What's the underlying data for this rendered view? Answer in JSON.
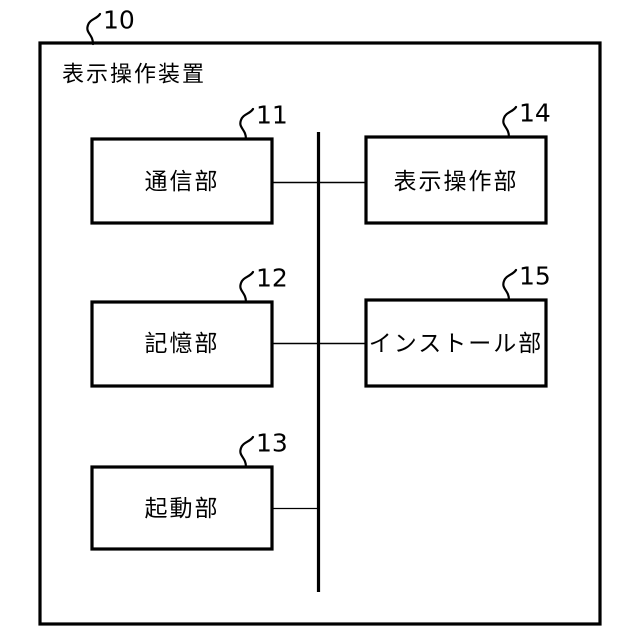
{
  "figure": {
    "device": {
      "ref": "10",
      "title": "表示操作装置"
    },
    "blocks": [
      {
        "id": "communication-unit",
        "ref": "11",
        "label": "通信部"
      },
      {
        "id": "display-operation-unit",
        "ref": "14",
        "label": "表示操作部"
      },
      {
        "id": "storage-unit",
        "ref": "12",
        "label": "記憶部"
      },
      {
        "id": "install-unit",
        "ref": "15",
        "label": "インストール部"
      },
      {
        "id": "startup-unit",
        "ref": "13",
        "label": "起動部"
      }
    ],
    "colors": {
      "line": "#000000",
      "background": "#ffffff",
      "text": "#000000"
    }
  }
}
